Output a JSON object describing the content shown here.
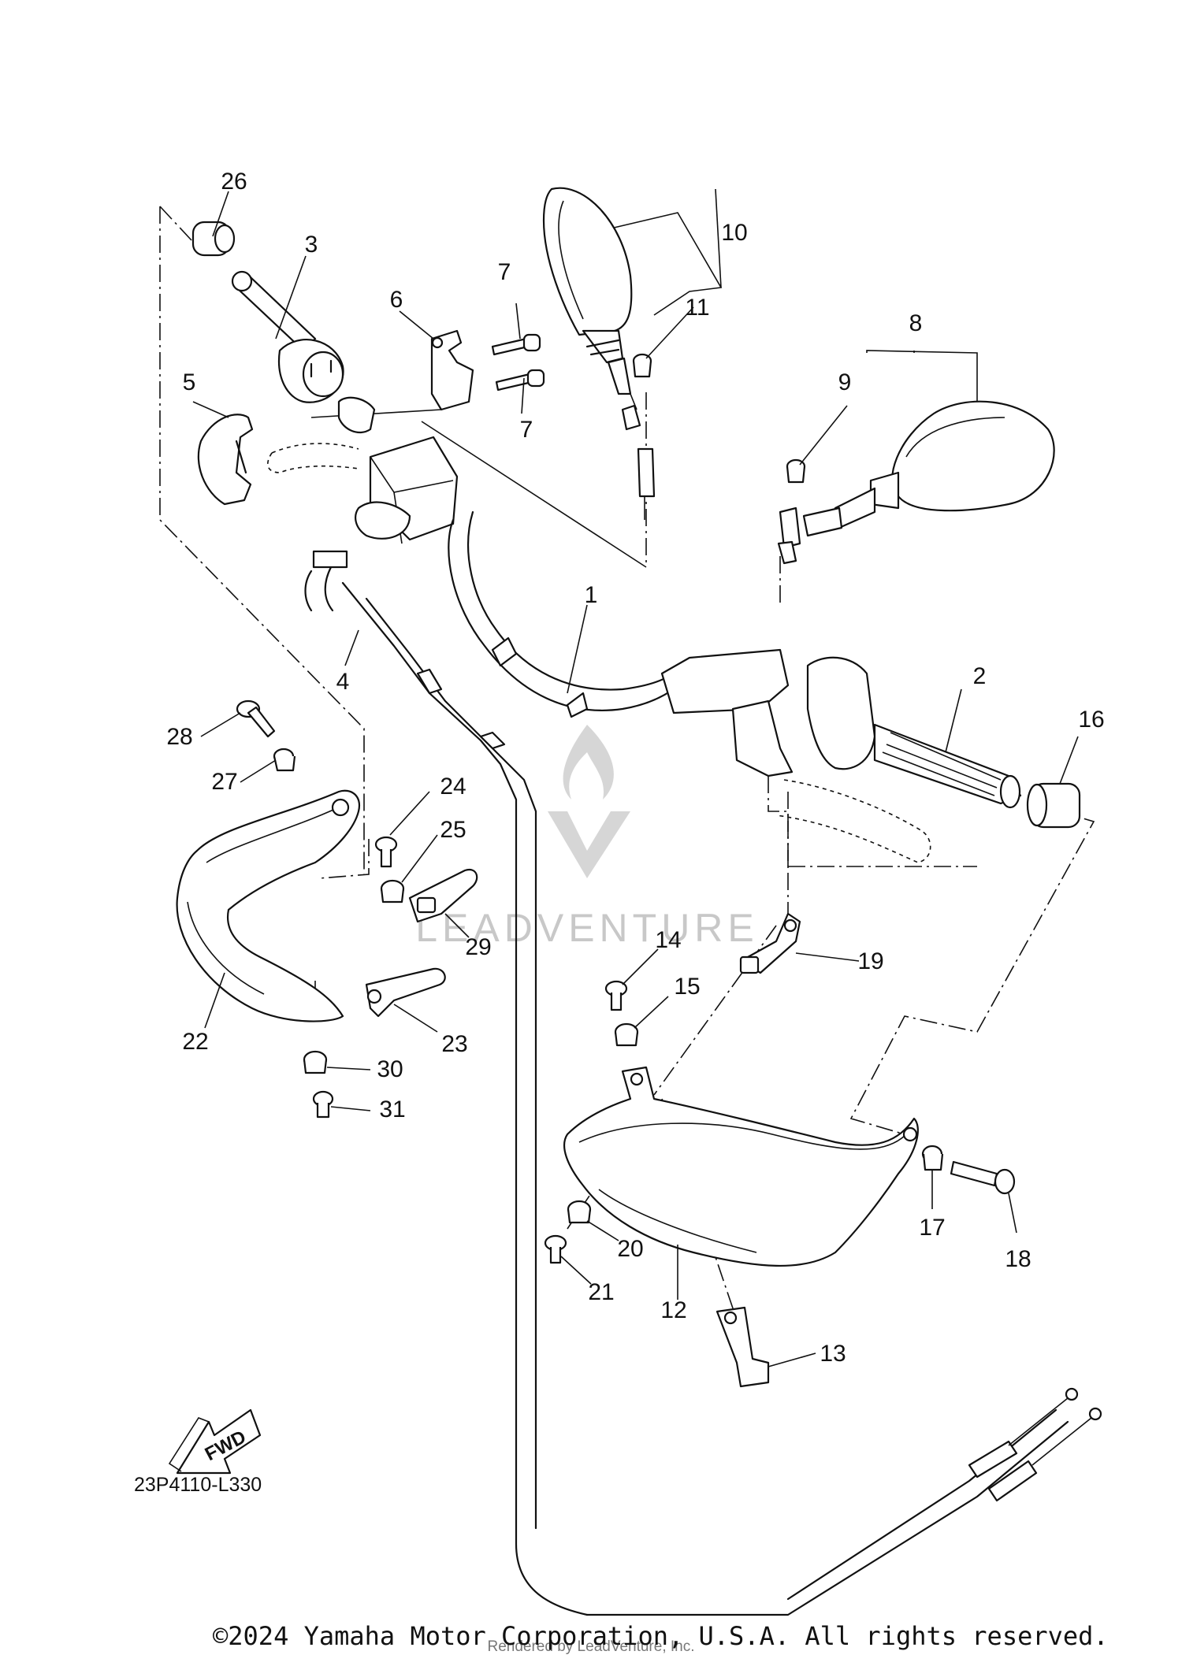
{
  "parts": {
    "p1": "1",
    "p2": "2",
    "p3": "3",
    "p4": "4",
    "p5": "5",
    "p6": "6",
    "p7a": "7",
    "p7b": "7",
    "p8": "8",
    "p9": "9",
    "p10": "10",
    "p11": "11",
    "p12": "12",
    "p13": "13",
    "p14": "14",
    "p15": "15",
    "p16": "16",
    "p17": "17",
    "p18": "18",
    "p19": "19",
    "p20": "20",
    "p21": "21",
    "p22": "22",
    "p23": "23",
    "p24": "24",
    "p25": "25",
    "p26": "26",
    "p27": "27",
    "p28": "28",
    "p29": "29",
    "p30": "30",
    "p31": "31"
  },
  "fwd_label": "FWD",
  "diagram_code": "23P4110-L330",
  "copyright": "©2024 Yamaha Motor Corporation, U.S.A. All rights reserved.",
  "rendered_by": "Rendered by LeadVenture, Inc.",
  "watermark": "LEADVENTURE",
  "colors": {
    "line": "#111111",
    "watermark": "#c8c8c8"
  }
}
